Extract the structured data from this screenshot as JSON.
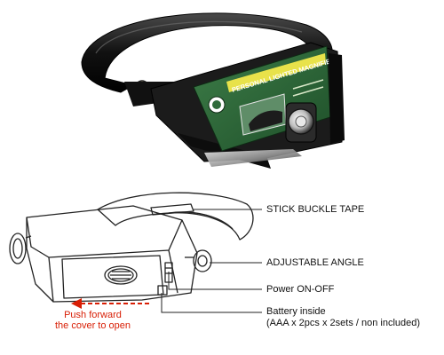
{
  "photo": {
    "label_band_text": "PERSONAL LIGHTED MAGNIFIER"
  },
  "callouts": [
    {
      "id": "stick-buckle-tape",
      "lines": [
        "STICK BUCKLE TAPE"
      ]
    },
    {
      "id": "adjustable-angle",
      "lines": [
        "ADJUSTABLE ANGLE"
      ]
    },
    {
      "id": "power-on-off",
      "lines": [
        "Power ON-OFF"
      ]
    },
    {
      "id": "battery-inside",
      "lines": [
        "Battery inside",
        "(AAA x 2pcs x 2sets / non included)"
      ]
    }
  ],
  "push_note": {
    "lines": [
      "Push forward",
      "the cover to open"
    ]
  },
  "colors": {
    "strap": "#1a1a1a",
    "label_green": "#2f6b3a",
    "label_band_yellow": "#e8e24a",
    "arrow_red": "#d81e05",
    "drawing_line": "#222222",
    "text": "#111111"
  }
}
